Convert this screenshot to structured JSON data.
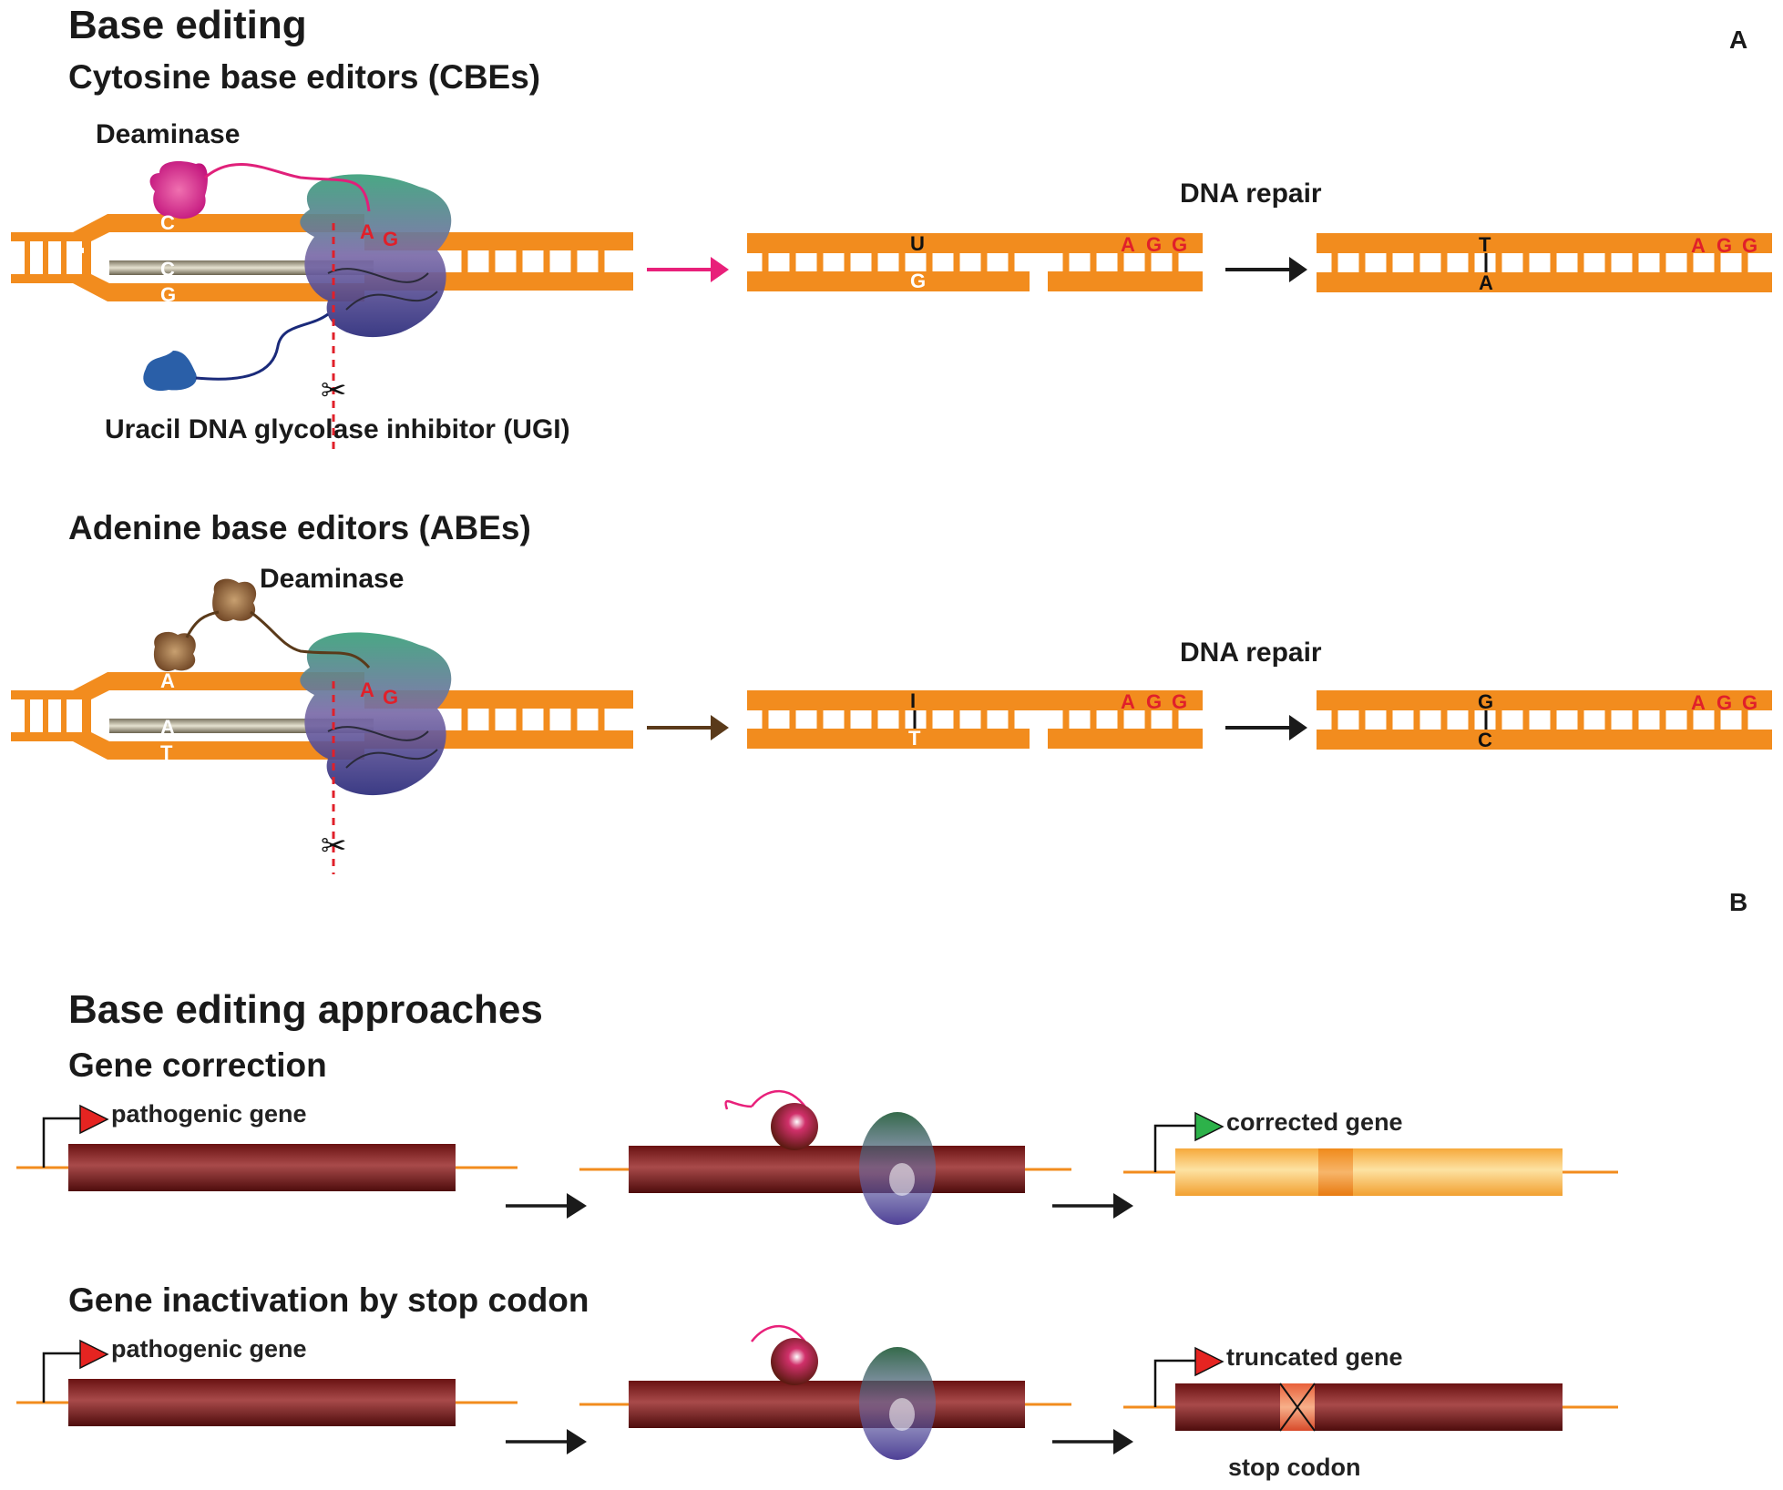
{
  "panel_a": {
    "letter": "A",
    "title": "Base editing",
    "cbe": {
      "heading": "Cytosine base editors (CBEs)",
      "deaminase_label": "Deaminase",
      "ugi_label": "Uracil DNA glycolase inhibitor (UGI)",
      "top_base": "C",
      "guide_base": "C",
      "bottom_base": "G",
      "pam": [
        "A",
        "G"
      ],
      "repair_label": "DNA repair",
      "intermediate_top": "U",
      "intermediate_bottom": "G",
      "final_top": "T",
      "final_bottom": "A",
      "pam_full": [
        "A",
        "G",
        "G"
      ],
      "arrow_color": "#e8207a"
    },
    "abe": {
      "heading": "Adenine base editors (ABEs)",
      "deaminase_label": "Deaminase",
      "top_base": "A",
      "guide_base": "A",
      "bottom_base": "T",
      "pam": [
        "A",
        "G"
      ],
      "repair_label": "DNA repair",
      "intermediate_top": "I",
      "intermediate_bottom": "T",
      "final_top": "G",
      "final_bottom": "C",
      "pam_full": [
        "A",
        "G",
        "G"
      ],
      "arrow_color": "#5a3a1a"
    }
  },
  "panel_b": {
    "letter": "B",
    "title": "Base editing approaches",
    "correction": {
      "heading": "Gene correction",
      "input_label": "pathogenic gene",
      "output_label": "corrected gene"
    },
    "inactivation": {
      "heading": "Gene inactivation by stop codon",
      "input_label": "pathogenic gene",
      "output_label": "truncated gene",
      "stop_label": "stop codon"
    }
  },
  "colors": {
    "dna_orange": "#f28c1e",
    "gene_dark": "#7a1a1a",
    "gene_corrected": "#f7b347",
    "promoter_red": "#e52421",
    "promoter_green": "#2db24a",
    "pam_red": "#e0202a",
    "cas9_green": "#3f9e7a",
    "cas9_purple": "#4a3c8c",
    "deaminase_pink": "#e0209a",
    "deaminase_brown": "#9a6a3a",
    "ugi_blue": "#2a5fa8"
  }
}
